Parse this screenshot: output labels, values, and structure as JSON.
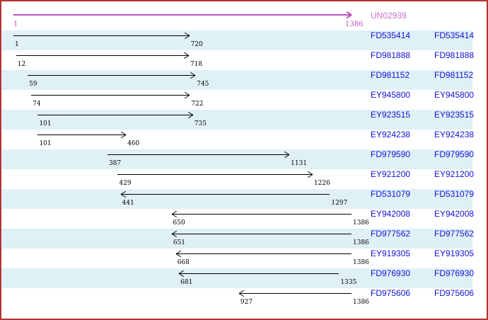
{
  "colors": {
    "frame_border": "#b23535",
    "row_shaded_bg": "#dff0f6",
    "row_plain_bg": "#ffffff",
    "reference_arrow": "#bf53bf",
    "reference_label": "#cc70cc",
    "alignment_arrow": "#000000",
    "accession_text": "#1111d6",
    "coordinate_text": "#000000"
  },
  "chart_data": {
    "type": "bar",
    "subtype": "horizontal-span-arrow-alignment-map",
    "title": "",
    "axis_range": [
      1,
      1386
    ],
    "grid": false,
    "legend_position": "none",
    "reference": {
      "label": "UN02939",
      "start": 1,
      "end": 1386,
      "start_label": "1",
      "end_label": "1386",
      "direction": "right"
    },
    "accession_label_columns": 2,
    "alignments": [
      {
        "label": "FD535414",
        "start": 1,
        "end": 720,
        "direction": "right"
      },
      {
        "label": "FD981888",
        "start": 12,
        "end": 718,
        "direction": "right"
      },
      {
        "label": "FD981152",
        "start": 59,
        "end": 745,
        "direction": "right"
      },
      {
        "label": "EY945800",
        "start": 74,
        "end": 722,
        "direction": "right"
      },
      {
        "label": "EY923515",
        "start": 101,
        "end": 735,
        "direction": "right"
      },
      {
        "label": "EY924238",
        "start": 101,
        "end": 460,
        "direction": "right"
      },
      {
        "label": "FD979590",
        "start": 387,
        "end": 1131,
        "direction": "right"
      },
      {
        "label": "EY921200",
        "start": 429,
        "end": 1226,
        "direction": "right"
      },
      {
        "label": "FD531079",
        "start": 441,
        "end": 1297,
        "direction": "left"
      },
      {
        "label": "EY942008",
        "start": 650,
        "end": 1386,
        "direction": "left"
      },
      {
        "label": "FD977562",
        "start": 651,
        "end": 1386,
        "direction": "left"
      },
      {
        "label": "EY919305",
        "start": 668,
        "end": 1386,
        "direction": "left"
      },
      {
        "label": "FD976930",
        "start": 681,
        "end": 1335,
        "direction": "left"
      },
      {
        "label": "FD975606",
        "start": 927,
        "end": 1386,
        "direction": "left"
      }
    ]
  }
}
